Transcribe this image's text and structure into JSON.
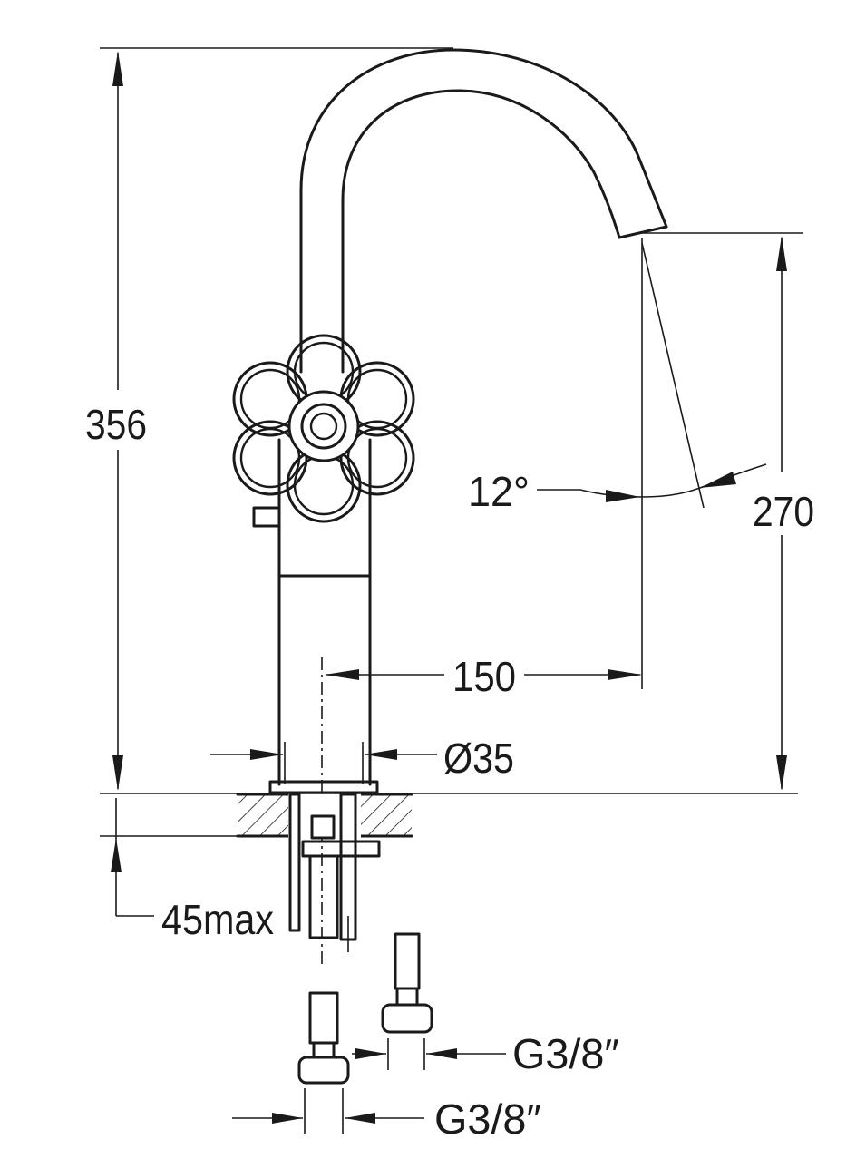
{
  "dimensions": {
    "total_height": "356",
    "spout_height": "270",
    "spout_angle": "12°",
    "spout_reach": "150",
    "body_diameter": "Ø35",
    "deck_thickness": "45max",
    "inlet_thread_left": "G3/8″",
    "inlet_thread_right": "G3/8″"
  },
  "colors": {
    "line": "#1a1a1a",
    "background": "#ffffff"
  }
}
